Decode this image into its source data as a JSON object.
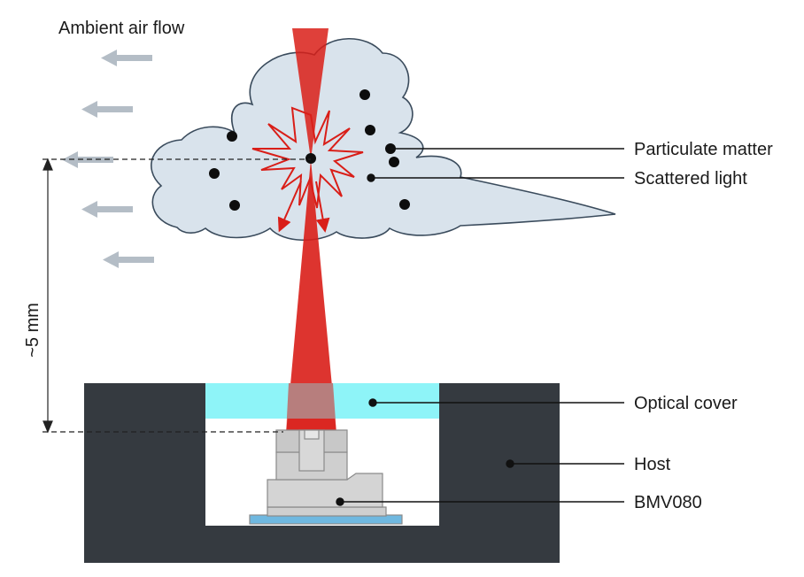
{
  "labels": {
    "ambient_air_flow": "Ambient air flow",
    "particulate_matter": "Particulate matter",
    "scattered_light": "Scattered light",
    "optical_cover": "Optical cover",
    "host": "Host",
    "bmv080": "BMV080",
    "distance": "~5 mm"
  },
  "colors": {
    "cloud_fill": "#d9e3ec",
    "cloud_stroke": "#3a4b5c",
    "laser": "#d91e18",
    "host": "#353a40",
    "optical_cover": "#8ef4f8",
    "sensor": "#cfcfcf",
    "sensor_stroke": "#8a8a8a",
    "sensor_base": "#6fb8e0",
    "arrow": "#b4bdc6",
    "particle": "#0d0d0d"
  }
}
